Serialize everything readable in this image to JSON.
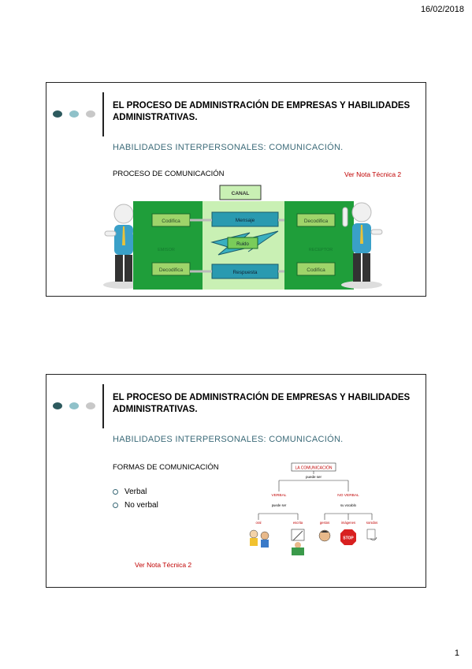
{
  "header": {
    "date": "16/02/2018"
  },
  "footer": {
    "page_number": "1"
  },
  "colors": {
    "dot1": "#2d5a5e",
    "dot2": "#8fc1c9",
    "dot3": "#c8c8c8",
    "accent_text": "#3b6a78",
    "note": "#c00000"
  },
  "slide1": {
    "title": "EL PROCESO DE ADMINISTRACIÓN DE EMPRESAS Y HABILIDADES ADMINISTRATIVAS.",
    "subtitle": "HABILIDADES INTERPERSONALES: COMUNICACIÓN.",
    "section": "PROCESO DE COMUNICACIÓN",
    "note": "Ver Nota Técnica 2",
    "diagram": {
      "canal": "CANAL",
      "emisor": "EMISOR",
      "receptor": "RECEPTOR",
      "codifica_left": "Codifica",
      "decodifica_left": "Decodifica",
      "mensaje": "Mensaje",
      "ruido": "Ruido",
      "respuesta": "Respuesta",
      "decodifica_right": "Decodifica",
      "codifica_right": "Codifica"
    }
  },
  "slide2": {
    "title": "EL PROCESO DE ADMINISTRACIÓN DE EMPRESAS Y HABILIDADES ADMINISTRATIVAS.",
    "subtitle": "HABILIDADES INTERPERSONALES: COMUNICACIÓN.",
    "section": "FORMAS DE COMUNICACIÓN",
    "bullets": [
      "Verbal",
      "No verbal"
    ],
    "note": "Ver Nota Técnica 2",
    "diagram": {
      "root": "LA COMUNICACIÓN",
      "puede_ser": "puede ser",
      "verbal": "VERBAL",
      "no_verbal": "NO VERBAL",
      "puede_ser_2": "puede ser",
      "su_vocablo": "su vocablo",
      "oral": "oral",
      "escrita": "escrita",
      "gestos": "gestos",
      "imagenes": "imágenes",
      "sonidos": "sonidos",
      "stop": "STOP"
    }
  }
}
